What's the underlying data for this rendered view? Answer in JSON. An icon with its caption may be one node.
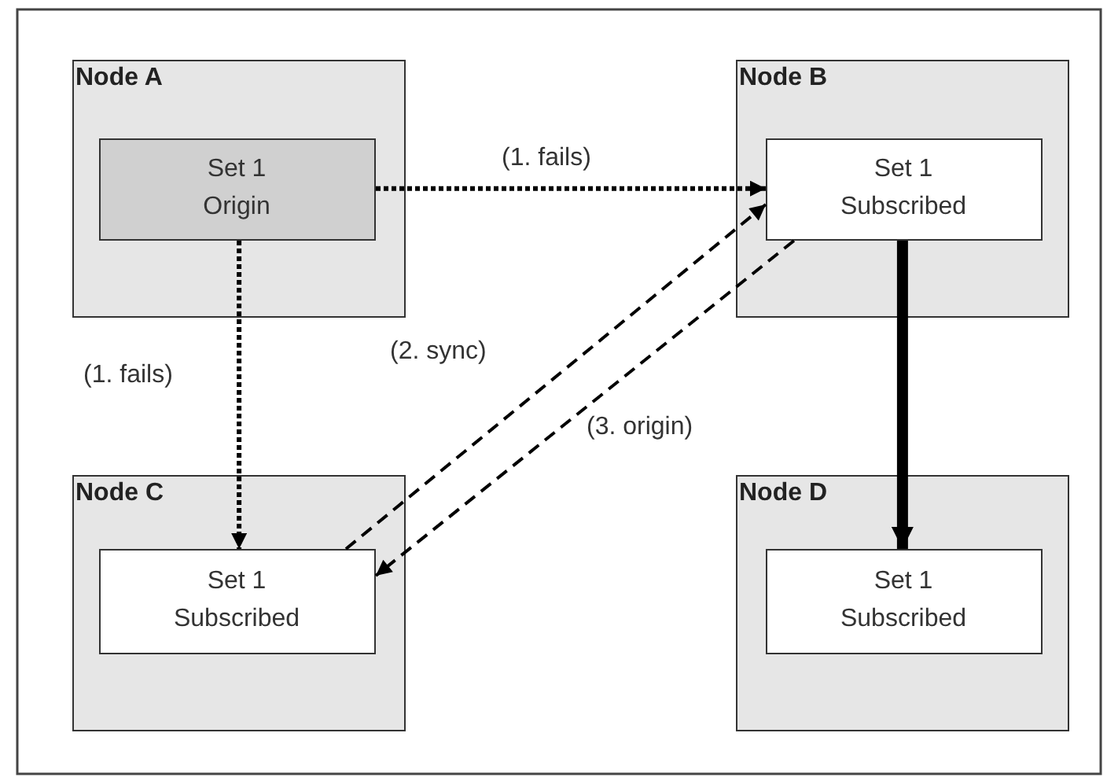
{
  "diagram": {
    "nodes": [
      {
        "text": [
          "Node A"
        ]
      },
      {
        "text": [
          "Set 1",
          "Origin"
        ],
        "in": 0
      },
      {
        "text": [
          "Node B"
        ]
      },
      {
        "text": [
          "Set 1",
          "Subscribed"
        ],
        "in": 2
      },
      {
        "text": [
          "Node C"
        ]
      },
      {
        "text": [
          "Set 1",
          "Subscribed"
        ],
        "in": 4
      },
      {
        "text": [
          "Node D"
        ]
      },
      {
        "text": [
          "Set 1",
          "Subscribed"
        ],
        "in": 6
      }
    ],
    "edges": [
      {
        "from": 1,
        "to": 3,
        "arrow": "to",
        "label": "(1. fails)",
        "style": "dashed"
      },
      {
        "from": 1,
        "to": 5,
        "arrow": "to",
        "label": "(1. fails)",
        "style": "dashed"
      },
      {
        "from": 5,
        "to": 3,
        "arrow": "to",
        "label": "(2. sync)",
        "style": "dashed"
      },
      {
        "from": 3,
        "to": 5,
        "arrow": "to",
        "label": "(3. origin)",
        "style": "dashed"
      },
      {
        "from": 3,
        "to": 7,
        "arrow": "to",
        "style": "thick"
      }
    ]
  }
}
